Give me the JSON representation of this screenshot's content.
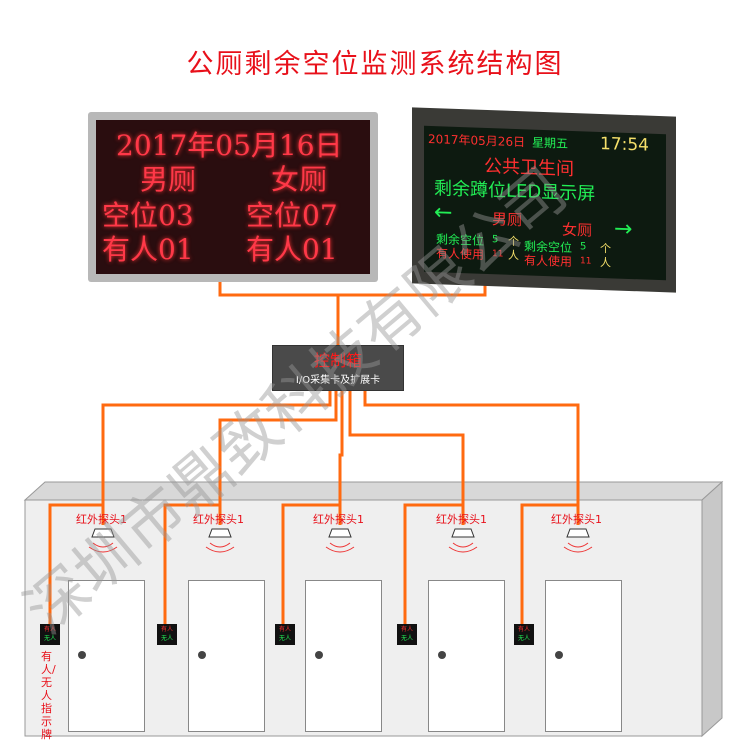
{
  "title": "公厕剩余空位监测系统结构图",
  "led_red": {
    "date": "2017年05月16日",
    "male": "男厕",
    "female": "女厕",
    "male_vacant": "空位03",
    "female_vacant": "空位07",
    "male_occupied": "有人01",
    "female_occupied": "有人01"
  },
  "led_green": {
    "date": "2017年05月26日",
    "weekday": "星期五",
    "time": "17:54",
    "line1": "公共卫生间",
    "line2": "剩余蹲位LED显示屏",
    "male": "男厕",
    "female": "女厕",
    "vacant_label": "剩余空位",
    "vacant_count": "5",
    "occupied_label": "有人使用",
    "occupied_count": "11",
    "unit": "个",
    "unit2": "人",
    "left_arrow": "←",
    "right_arrow": "→"
  },
  "control_box": {
    "title": "控制箱",
    "subtitle": "I/O采集卡及扩展卡"
  },
  "probes": [
    {
      "label": "红外探头1"
    },
    {
      "label": "红外探头1"
    },
    {
      "label": "红外探头1"
    },
    {
      "label": "红外探头1"
    },
    {
      "label": "红外探头1"
    }
  ],
  "indicator": {
    "occupied": "有人",
    "vacant": "无人"
  },
  "indicator_caption": "有人/无人指示牌",
  "watermark": "深圳市鼎致科技有限公司",
  "colors": {
    "wire": "#ff6a10",
    "title": "#e8101a"
  }
}
